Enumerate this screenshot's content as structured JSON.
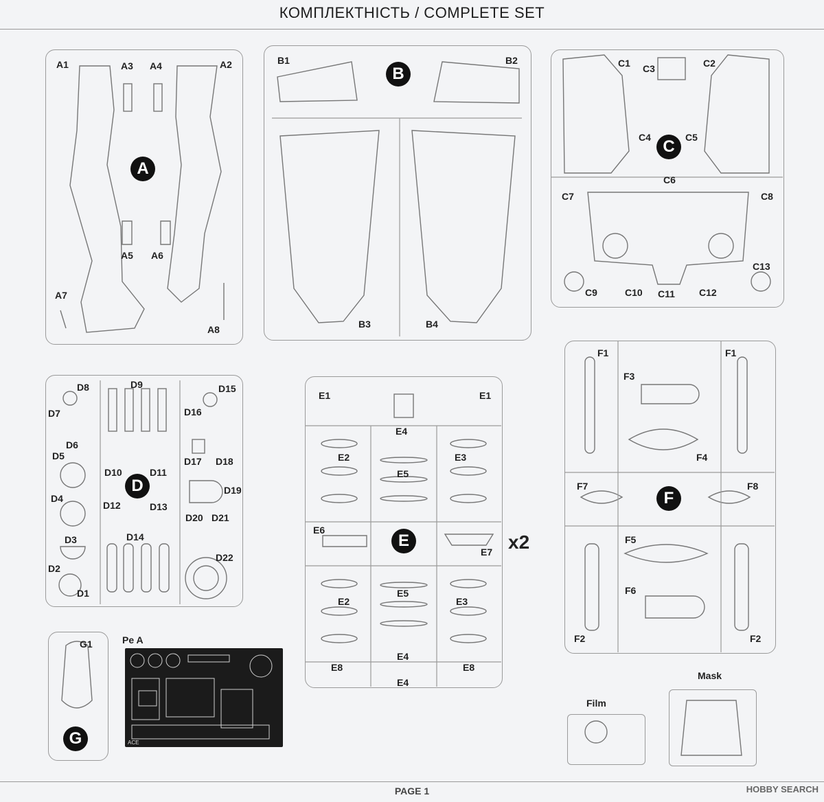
{
  "header": {
    "title": "КОМПЛЕКТНІСТЬ / COMPLETE SET"
  },
  "footer": {
    "page": "PAGE 1",
    "watermark": "HOBBY SEARCH"
  },
  "sprues": {
    "A": {
      "badge": "A",
      "labels": [
        "A1",
        "A3",
        "A4",
        "A2",
        "A5",
        "A6",
        "A7",
        "A8"
      ]
    },
    "B": {
      "badge": "B",
      "labels": [
        "B1",
        "B2",
        "B3",
        "B4"
      ]
    },
    "C": {
      "badge": "C",
      "labels": [
        "C1",
        "C3",
        "C2",
        "C4",
        "C5",
        "C6",
        "C7",
        "C8",
        "C13",
        "C9",
        "C10",
        "C11",
        "C12"
      ]
    },
    "D": {
      "badge": "D",
      "labels": [
        "D8",
        "D9",
        "D15",
        "D7",
        "D16",
        "D6",
        "D17",
        "D18",
        "D5",
        "D10",
        "D11",
        "D19",
        "D4",
        "D12",
        "D13",
        "D20",
        "D21",
        "D3",
        "D14",
        "D22",
        "D2",
        "D1"
      ]
    },
    "E": {
      "badge": "E",
      "multiplier": "x2",
      "labels": [
        "E1",
        "E1",
        "E4",
        "E2",
        "E3",
        "E5",
        "E6",
        "E7",
        "E5",
        "E2",
        "E3",
        "E4",
        "E8",
        "E8",
        "E4"
      ]
    },
    "F": {
      "badge": "F",
      "labels": [
        "F1",
        "F1",
        "F3",
        "F4",
        "F7",
        "F8",
        "F5",
        "F6",
        "F2",
        "F2"
      ]
    },
    "G": {
      "badge": "G",
      "labels": [
        "G1"
      ]
    },
    "PE": {
      "label": "Pe A",
      "mark": "ACE"
    },
    "film": {
      "label": "Film"
    },
    "mask": {
      "label": "Mask"
    }
  }
}
